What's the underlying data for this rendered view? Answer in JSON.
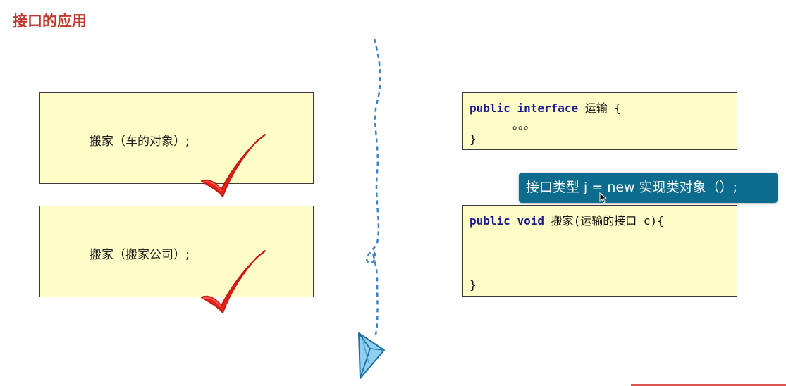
{
  "page": {
    "title": "接口的应用"
  },
  "left": {
    "box1_text": "搬家（车的对象）;",
    "box2_text": "搬家（搬家公司）;"
  },
  "code1": {
    "kw_public": "public",
    "kw_interface": "interface",
    "name": " 运输 {",
    "dots": "。。。",
    "close": "}"
  },
  "code2": {
    "kw_public": "public",
    "kw_void": "void",
    "signature": " 搬家(运输的接口 c){",
    "close": "}"
  },
  "tooltip": {
    "text": "接口类型 j = new 实现类对象（）;"
  },
  "colors": {
    "title": "#c0392b",
    "box_fill": "#fefdc8",
    "tooltip_bg": "#0d6b8e",
    "check": "#e8231a",
    "dashed_line": "#3b82c4",
    "keyword": "#1a1a8c"
  },
  "icons": {
    "check": "check-mark-icon",
    "plane": "paper-plane-icon",
    "cursor": "mouse-cursor-icon"
  }
}
